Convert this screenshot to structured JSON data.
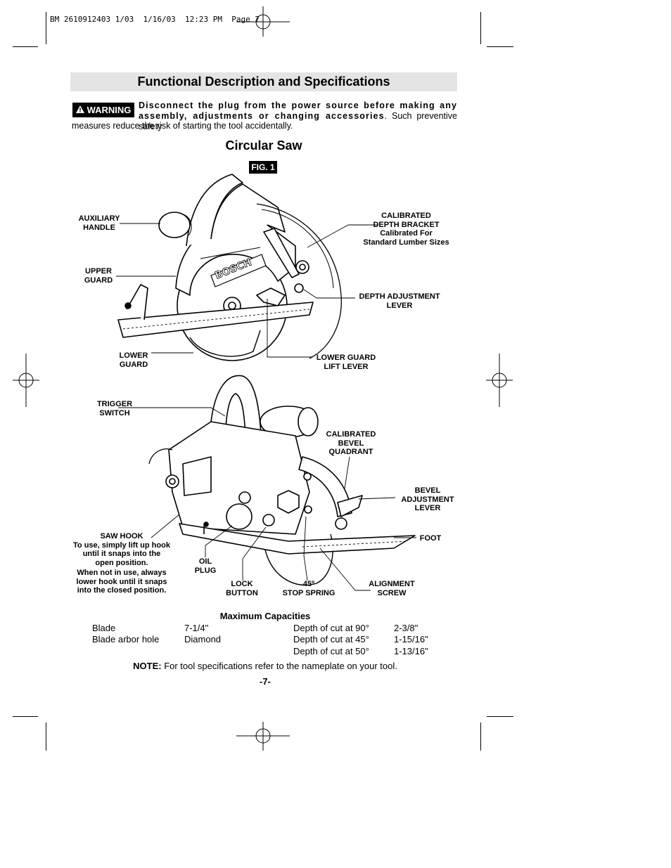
{
  "slug": "BM 2610912403 1/03  1/16/03  12:23 PM  Page 7",
  "section_title": "Functional Description and Specifications",
  "warning": {
    "badge": "WARNING",
    "bold_text": "Disconnect the plug from the power source before making any assembly, adjustments or changing accessories",
    "normal_text_1": ". Such preventive safety",
    "normal_text_2": "measures reduce the risk of starting the tool accidentally."
  },
  "tool_title": "Circular Saw",
  "figure_label": "FIG. 1",
  "labels": {
    "auxiliary_handle": [
      "AUXILIARY",
      "HANDLE"
    ],
    "upper_guard": [
      "UPPER",
      "GUARD"
    ],
    "lower_guard": [
      "LOWER",
      "GUARD"
    ],
    "calibrated_depth_bracket": [
      "CALIBRATED",
      "DEPTH BRACKET",
      "Calibrated For",
      "Standard Lumber Sizes"
    ],
    "depth_adjustment_lever": [
      "DEPTH ADJUSTMENT",
      "LEVER"
    ],
    "lower_guard_lift_lever": [
      "LOWER GUARD",
      "LIFT LEVER"
    ],
    "trigger_switch": [
      "TRIGGER",
      "SWITCH"
    ],
    "calibrated_bevel_quadrant": [
      "CALIBRATED",
      "BEVEL",
      "QUADRANT"
    ],
    "bevel_adjustment_lever": [
      "BEVEL",
      "ADJUSTMENT",
      "LEVER"
    ],
    "foot": [
      "FOOT"
    ],
    "saw_hook": [
      "SAW HOOK",
      "To use, simply lift up hook",
      "until it snaps into the",
      "open position.",
      "When not in use, always",
      "lower hook until it snaps",
      "into the closed position."
    ],
    "oil_plug": [
      "OIL",
      "PLUG"
    ],
    "lock_button": [
      "LOCK",
      "BUTTON"
    ],
    "stop_spring": [
      "45º",
      "STOP SPRING"
    ],
    "alignment_screw": [
      "ALIGNMENT",
      "SCREW"
    ]
  },
  "brand_mark": "BOSCH",
  "capacities": {
    "title": "Maximum Capacities",
    "rows": [
      {
        "label": "Blade",
        "value": "7-1/4\"",
        "cut": "Depth of cut at 90°",
        "cut_value": "2-3/8\""
      },
      {
        "label": "Blade arbor hole",
        "value": "Diamond",
        "cut": "Depth of cut at 45°",
        "cut_value": "1-15/16\""
      },
      {
        "label": "",
        "value": "",
        "cut": "Depth of cut at 50°",
        "cut_value": "1-13/16\""
      }
    ]
  },
  "note": {
    "bold": "NOTE:",
    "text": " For tool specifications refer to the nameplate on your tool."
  },
  "page_number": "-7-"
}
